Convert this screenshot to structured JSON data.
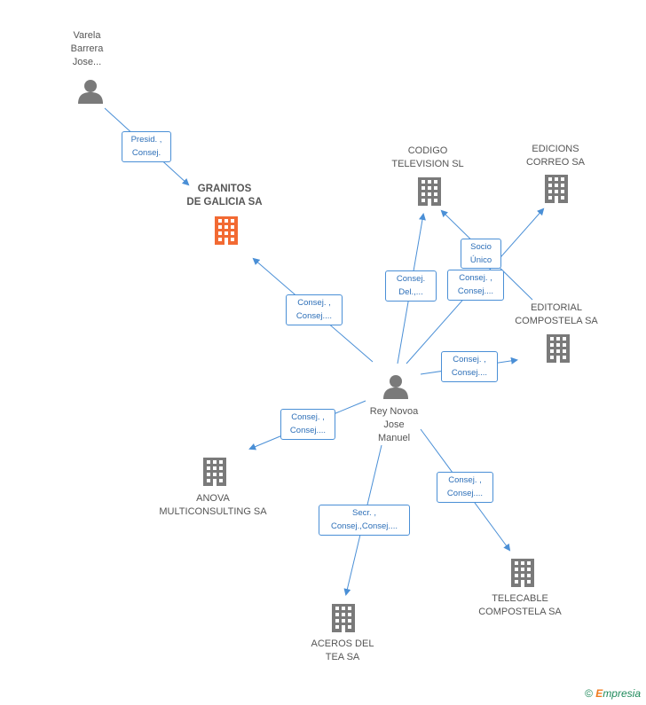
{
  "persons": {
    "varela": {
      "label": "Varela\nBarrera\nJose..."
    },
    "rey": {
      "label": "Rey Novoa\nJose\nManuel"
    }
  },
  "companies": {
    "granitos": {
      "label": "GRANITOS\nDE GALICIA SA"
    },
    "codigo": {
      "label": "CODIGO\nTELEVISION SL"
    },
    "edicions": {
      "label": "EDICIONS\nCORREO SA"
    },
    "editorial": {
      "label": "EDITORIAL\nCOMPOSTELA SA"
    },
    "anova": {
      "label": "ANOVA\nMULTICONSULTING SA"
    },
    "telecable": {
      "label": "TELECABLE\nCOMPOSTELA SA"
    },
    "aceros": {
      "label": "ACEROS DEL\nTEA SA"
    }
  },
  "edges": {
    "varela_granitos": "Presid. ,\nConsej.",
    "rey_granitos": "Consej. ,\nConsej....",
    "rey_codigo": "Consej.\nDel.,...",
    "rey_edicions": "Consej. ,\nConsej....",
    "socio_unico": "Socio\nÚnico",
    "rey_editorial": "Consej. ,\nConsej....",
    "rey_anova": "Consej. ,\nConsej....",
    "rey_telecable": "Consej. ,\nConsej....",
    "rey_aceros": "Secr. ,\nConsej.,Consej...."
  },
  "brand": {
    "copyright": "©",
    "e": "E",
    "rest": "mpresia"
  },
  "colors": {
    "edge": "#4a8fd6",
    "highlight": "#f26a33",
    "icon": "#7a7a7a"
  }
}
